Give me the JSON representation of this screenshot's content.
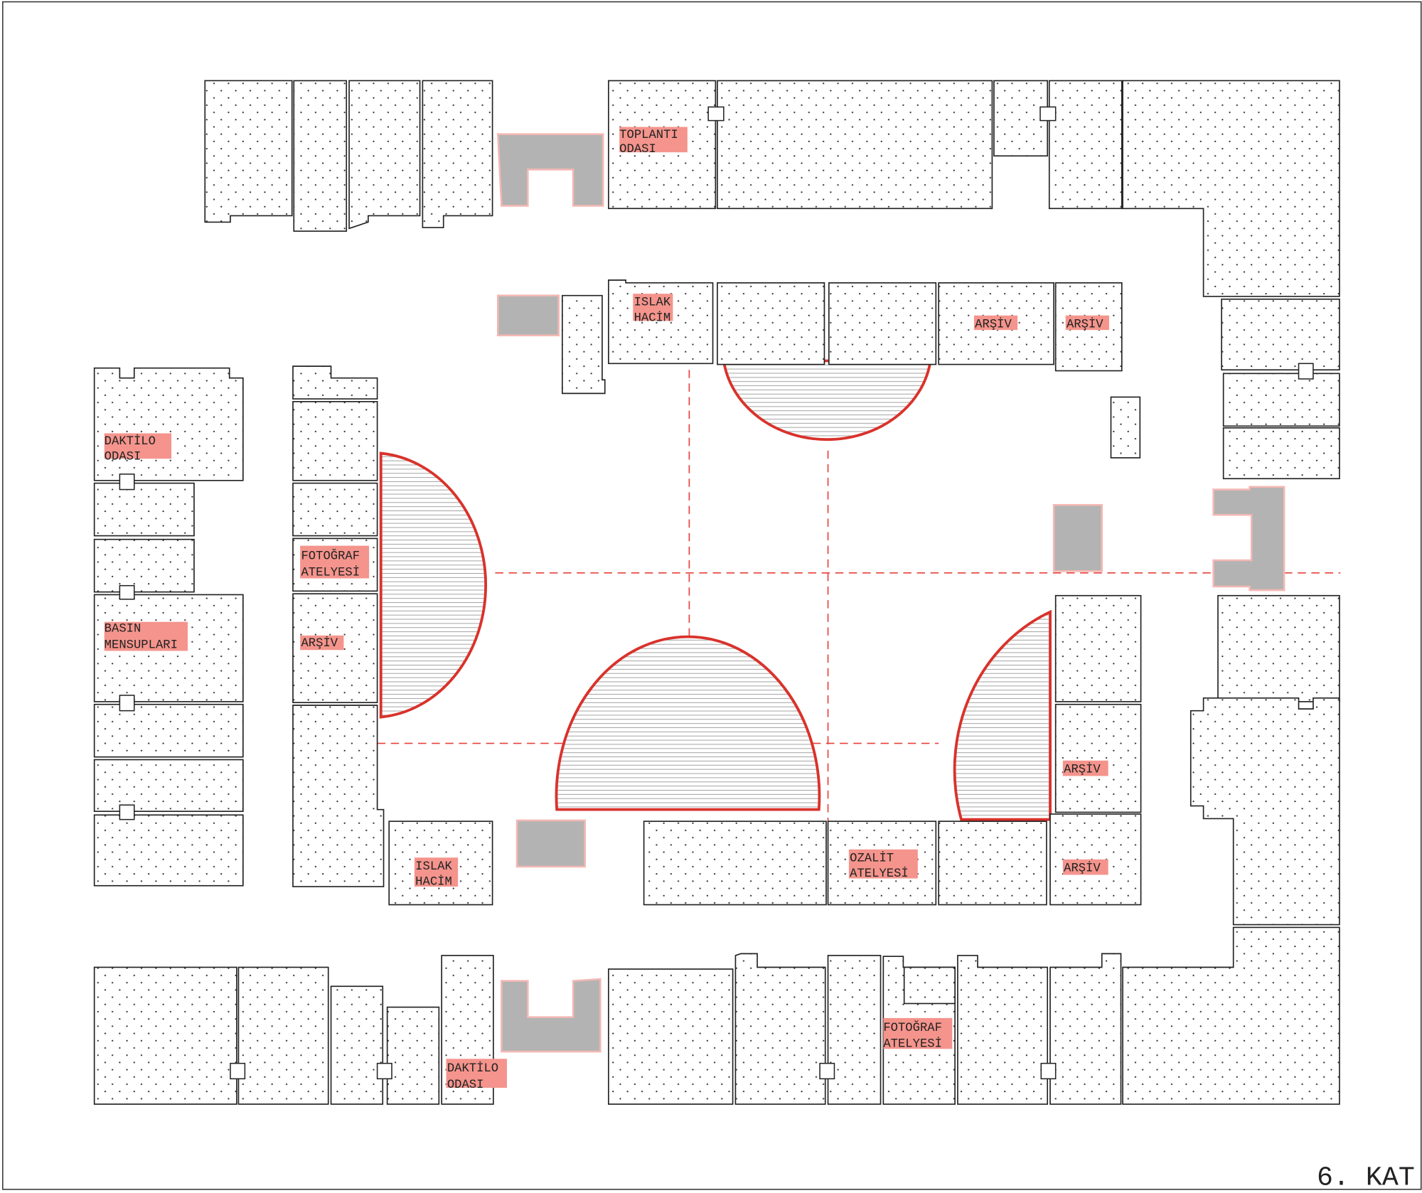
{
  "title": "6. KAT",
  "colors": {
    "label_bg": "#f4948c",
    "circulation": "#d9322b",
    "stair": "#b3b3b3"
  },
  "labels": {
    "toplanti": [
      "TOPLANTI",
      "ODASI"
    ],
    "islak_top": [
      "ISLAK",
      "HACİM"
    ],
    "arsiv_top1": [
      "ARŞİV"
    ],
    "arsiv_top2": [
      "ARŞİV"
    ],
    "daktilo_left": [
      "DAKTİLO",
      "ODASI"
    ],
    "fotograf_left": [
      "FOTOĞRAF",
      "ATELYESİ"
    ],
    "arsiv_left": [
      "ARŞİV"
    ],
    "basin": [
      "BASIN",
      "MENSUPLARI"
    ],
    "islak_bottom": [
      "ISLAK",
      "HACİM"
    ],
    "ozalit": [
      "OZALİT",
      "ATELYESİ"
    ],
    "arsiv_right1": [
      "ARŞİV"
    ],
    "arsiv_right2": [
      "ARŞİV"
    ],
    "daktilo_bottom": [
      "DAKTİLO",
      "ODASI"
    ],
    "fotograf_bottom": [
      "FOTOĞRAF",
      "ATELYESİ"
    ]
  }
}
